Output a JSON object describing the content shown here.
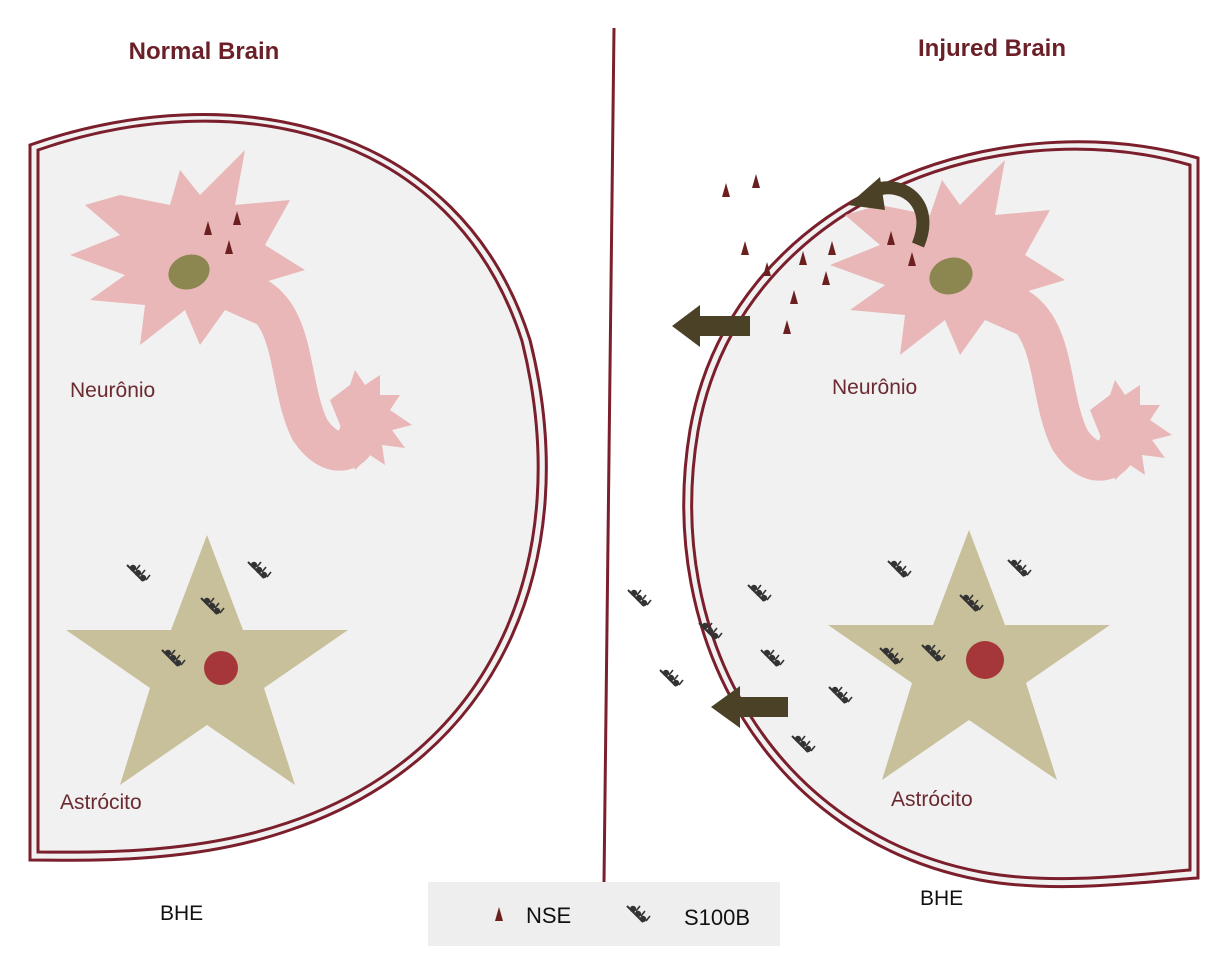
{
  "panels": {
    "left": {
      "title": "Normal Brain",
      "neuron_label": "Neurônio",
      "astrocyte_label": "Astrócito",
      "barrier_label": "BHE"
    },
    "right": {
      "title": "Injured Brain",
      "neuron_label": "Neurônio",
      "astrocyte_label": "Astrócito",
      "barrier_label": "BHE"
    }
  },
  "legend": {
    "nse_label": "NSE",
    "s100b_label": "S100B"
  },
  "colors": {
    "membrane": "#7a1f2b",
    "cell_fill": "#f1f1f1",
    "neuron": "#e9b7b7",
    "nucleus_neuron": "#8c8650",
    "astrocyte": "#c8bf9b",
    "nucleus_astrocyte": "#a5373a",
    "nse_marker": "#6b1f1f",
    "s100b_marker": "#333333",
    "arrow": "#4a4126",
    "legend_bg": "#eeeeee",
    "divider": "#7a1f2b"
  },
  "icons": {
    "nse": "nse-triangle-icon",
    "s100b": "s100b-protein-icon",
    "efflux_arrow": "left-arrow-icon",
    "release_arrow": "curved-arrow-icon"
  }
}
